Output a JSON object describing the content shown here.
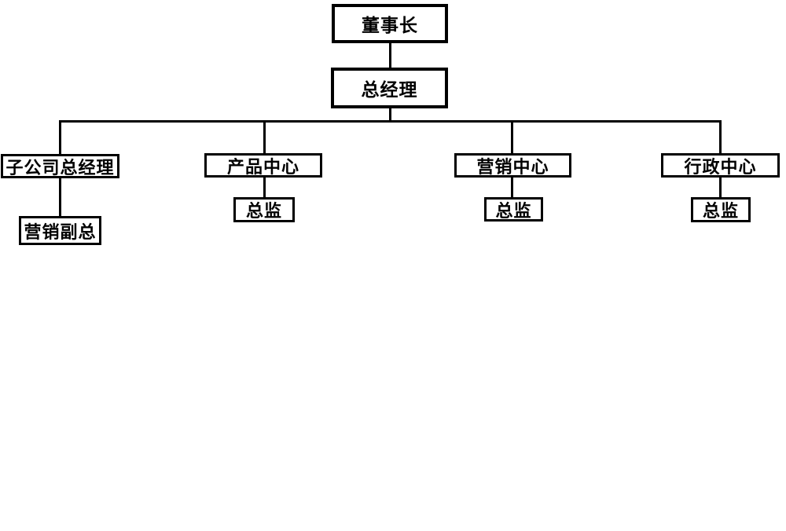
{
  "diagram": {
    "type": "org-chart",
    "background_color": "#ffffff",
    "box_fill_color": "#ffffff",
    "box_border_color": "#000000",
    "line_color": "#000000",
    "text_color": "#000000",
    "nodes": {
      "chairman": {
        "label": "董事长",
        "level": 1
      },
      "general_manager": {
        "label": "总经理",
        "level": 2,
        "reports_to": "chairman"
      },
      "subsidiary_gm": {
        "label": "子公司总经理",
        "level": 3,
        "reports_to": "general_manager"
      },
      "product_center": {
        "label": "产品中心",
        "level": 3,
        "reports_to": "general_manager"
      },
      "marketing_center": {
        "label": "营销中心",
        "level": 3,
        "reports_to": "general_manager"
      },
      "admin_center": {
        "label": "行政中心",
        "level": 3,
        "reports_to": "general_manager"
      },
      "marketing_vp": {
        "label": "营销副总",
        "level": 4,
        "reports_to": "subsidiary_gm"
      },
      "product_director": {
        "label": "总监",
        "level": 4,
        "reports_to": "product_center"
      },
      "marketing_director": {
        "label": "总监",
        "level": 4,
        "reports_to": "marketing_center"
      },
      "admin_director": {
        "label": "总监",
        "level": 4,
        "reports_to": "admin_center"
      }
    }
  }
}
